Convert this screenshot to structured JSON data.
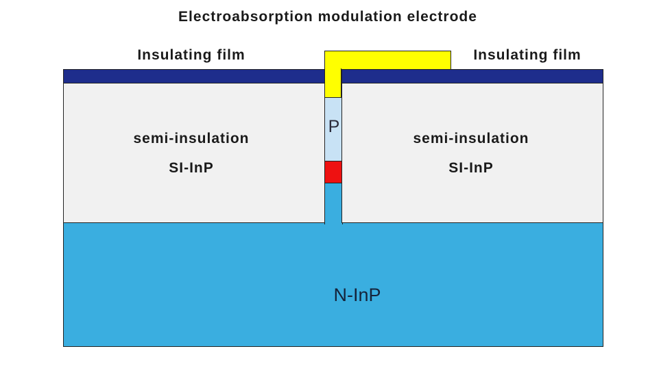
{
  "title": "Electroabsorption modulation electrode",
  "insulating_film": {
    "left_label": "Insulating film",
    "right_label": "Insulating film"
  },
  "semi_insulation": {
    "left": {
      "line1": "semi-insulation",
      "line2": "SI-InP"
    },
    "right": {
      "line1": "semi-insulation",
      "line2": "SI-InP"
    }
  },
  "ridge": {
    "p_label": "P"
  },
  "substrate": {
    "label": "N-InP"
  },
  "colors": {
    "electrode": "#ffff00",
    "insulating_film": "#1e2d8c",
    "semi_insulation": "#f1f1f1",
    "p_layer": "#c8e2f5",
    "active_layer": "#ee1111",
    "n_inp": "#3aaee0"
  }
}
